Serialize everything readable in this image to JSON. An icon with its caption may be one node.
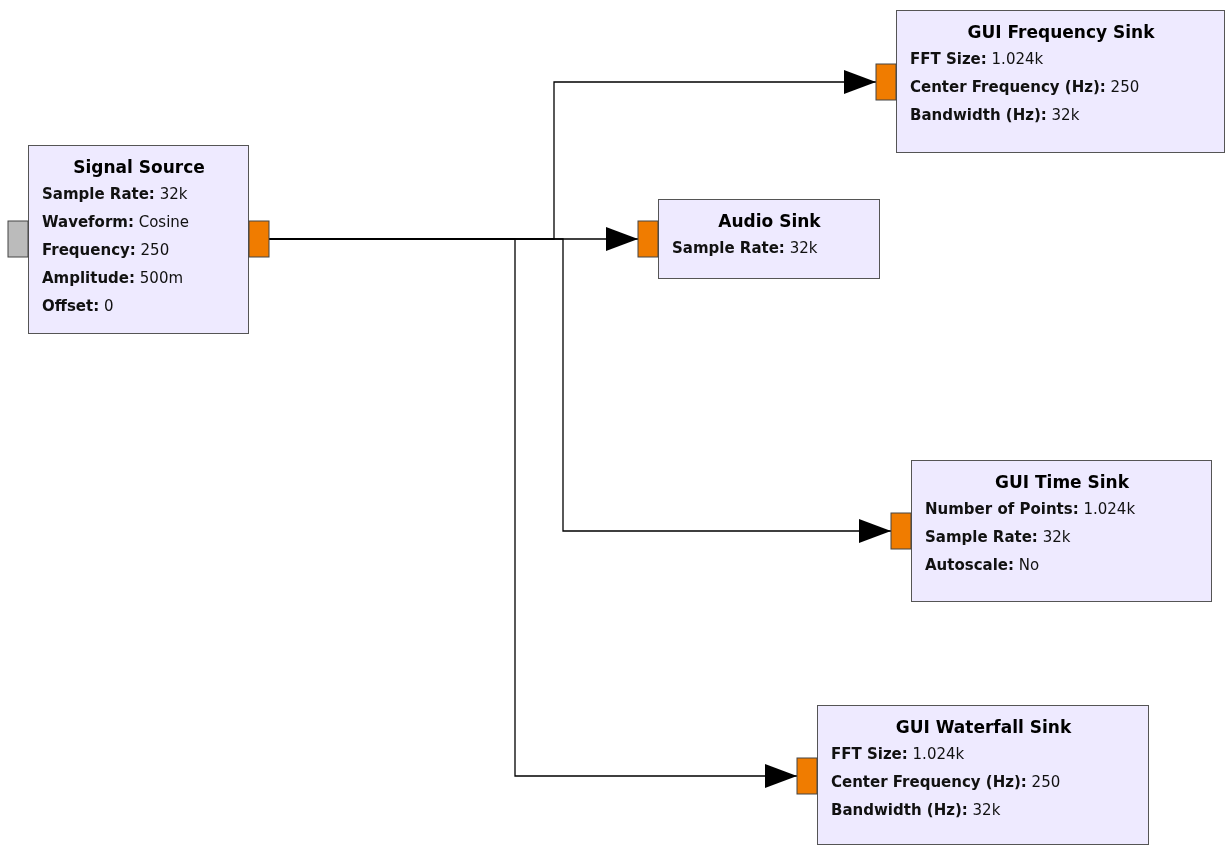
{
  "diagram": {
    "nodes": [
      {
        "text": [
          "Signal Source",
          "**Sample Rate:** 32k",
          "**Waveform:** Cosine",
          "**Frequency:** 250",
          "**Amplitude:** 500m",
          "**Offset:** 0"
        ]
      },
      {
        "text": [
          "GUI Frequency Sink",
          "**FFT Size:** 1.024k",
          "**Center Frequency (Hz):** 250",
          "**Bandwidth (Hz):** 32k"
        ]
      },
      {
        "text": [
          "Audio Sink",
          "**Sample Rate:** 32k"
        ]
      },
      {
        "text": [
          "GUI Time Sink",
          "**Number of Points:** 1.024k",
          "**Sample Rate:** 32k",
          "**Autoscale:** No"
        ]
      },
      {
        "text": [
          "GUI Waterfall Sink",
          "**FFT Size:** 1.024k",
          "**Center Frequency (Hz):** 250",
          "**Bandwidth (Hz):** 32k"
        ]
      }
    ],
    "edges": [
      {
        "from": 0,
        "to": 1,
        "arrow": "to"
      },
      {
        "from": 0,
        "to": 2,
        "arrow": "to"
      },
      {
        "from": 0,
        "to": 3,
        "arrow": "to"
      },
      {
        "from": 0,
        "to": 4,
        "arrow": "to"
      }
    ]
  }
}
